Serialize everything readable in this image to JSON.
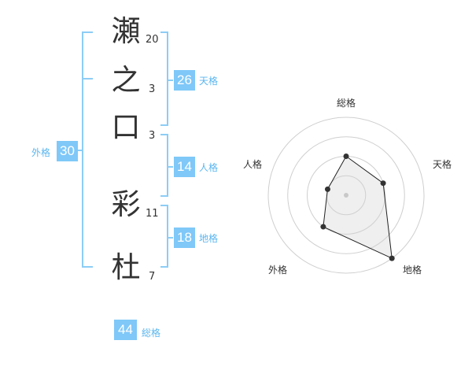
{
  "name_chars": [
    {
      "char": "瀬",
      "strokes": "20"
    },
    {
      "char": "之",
      "strokes": "3"
    },
    {
      "char": "口",
      "strokes": "3"
    },
    {
      "char": "彩",
      "strokes": "11"
    },
    {
      "char": "杜",
      "strokes": "7"
    }
  ],
  "fortunes": {
    "tenkaku": {
      "value": "26",
      "label": "天格"
    },
    "jinkaku": {
      "value": "14",
      "label": "人格"
    },
    "chikaku": {
      "value": "18",
      "label": "地格"
    },
    "gaikaku": {
      "value": "30",
      "label": "外格"
    },
    "soukaku": {
      "value": "44",
      "label": "総格"
    }
  },
  "colors": {
    "accent": "#7fc8f8",
    "bracket": "#8ccdf6",
    "text": "#333333"
  },
  "chart_data": {
    "type": "radar",
    "axes": [
      "総格",
      "天格",
      "地格",
      "外格",
      "人格"
    ],
    "levels": 4,
    "max": 4,
    "values": [
      2,
      2,
      4,
      2,
      1
    ],
    "grid": true
  }
}
